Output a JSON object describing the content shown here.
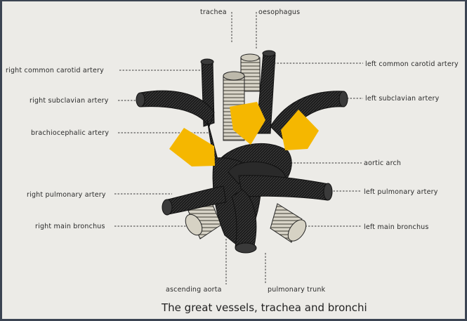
{
  "caption": "The great vessels, trachea and bronchi",
  "labels": {
    "trachea": "trachea",
    "oesophagus": "oesophagus",
    "right_common_carotid": "right common carotid artery",
    "left_common_carotid": "left common carotid artery",
    "right_subclavian": "right subclavian artery",
    "left_subclavian": "left subclavian artery",
    "brachiocephalic": "brachiocephalic artery",
    "aortic_arch": "aortic arch",
    "right_pulmonary": "right pulmonary artery",
    "left_pulmonary": "left pulmonary artery",
    "right_main_bronchus": "right main bronchus",
    "left_main_bronchus": "left main bronchus",
    "ascending_aorta": "ascending aorta",
    "pulmonary_trunk": "pulmonary trunk"
  },
  "colors": {
    "highlight_arrows": "#f5b700",
    "vessels": "#1c1c1c",
    "background": "#ecebe7",
    "frame": "#3b4452"
  }
}
